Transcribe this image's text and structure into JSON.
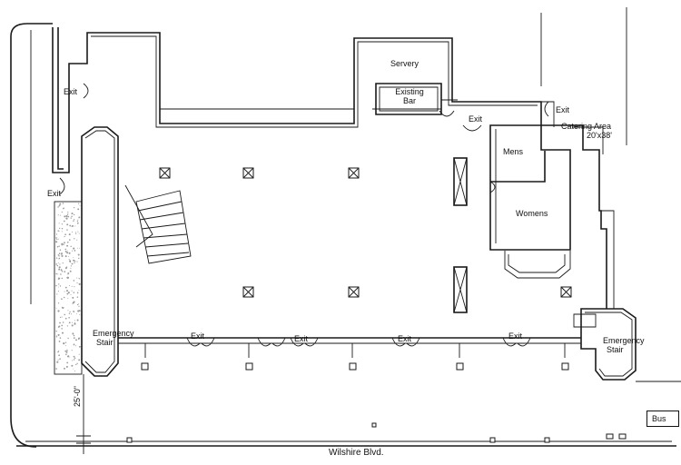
{
  "rooms": {
    "servery": "Servery",
    "existing_bar": [
      "Existing",
      "Bar"
    ],
    "mens": "Mens",
    "womens": "Womens",
    "catering_area": [
      "Catering Area",
      "20'x38'"
    ]
  },
  "exits": {
    "upper_left": "Exit",
    "left": "Exit",
    "upper_right_center": "Exit",
    "upper_right": "Exit",
    "front_1": "Exit",
    "front_2": "Exit",
    "front_3": "Exit",
    "front_4": "Exit"
  },
  "stairs": {
    "left": [
      "Emergency",
      "Stair"
    ],
    "right": [
      "Emergency",
      "Stair"
    ]
  },
  "dimension": "25'-0\"",
  "street": "Wilshire Blvd.",
  "sign": "Bus"
}
